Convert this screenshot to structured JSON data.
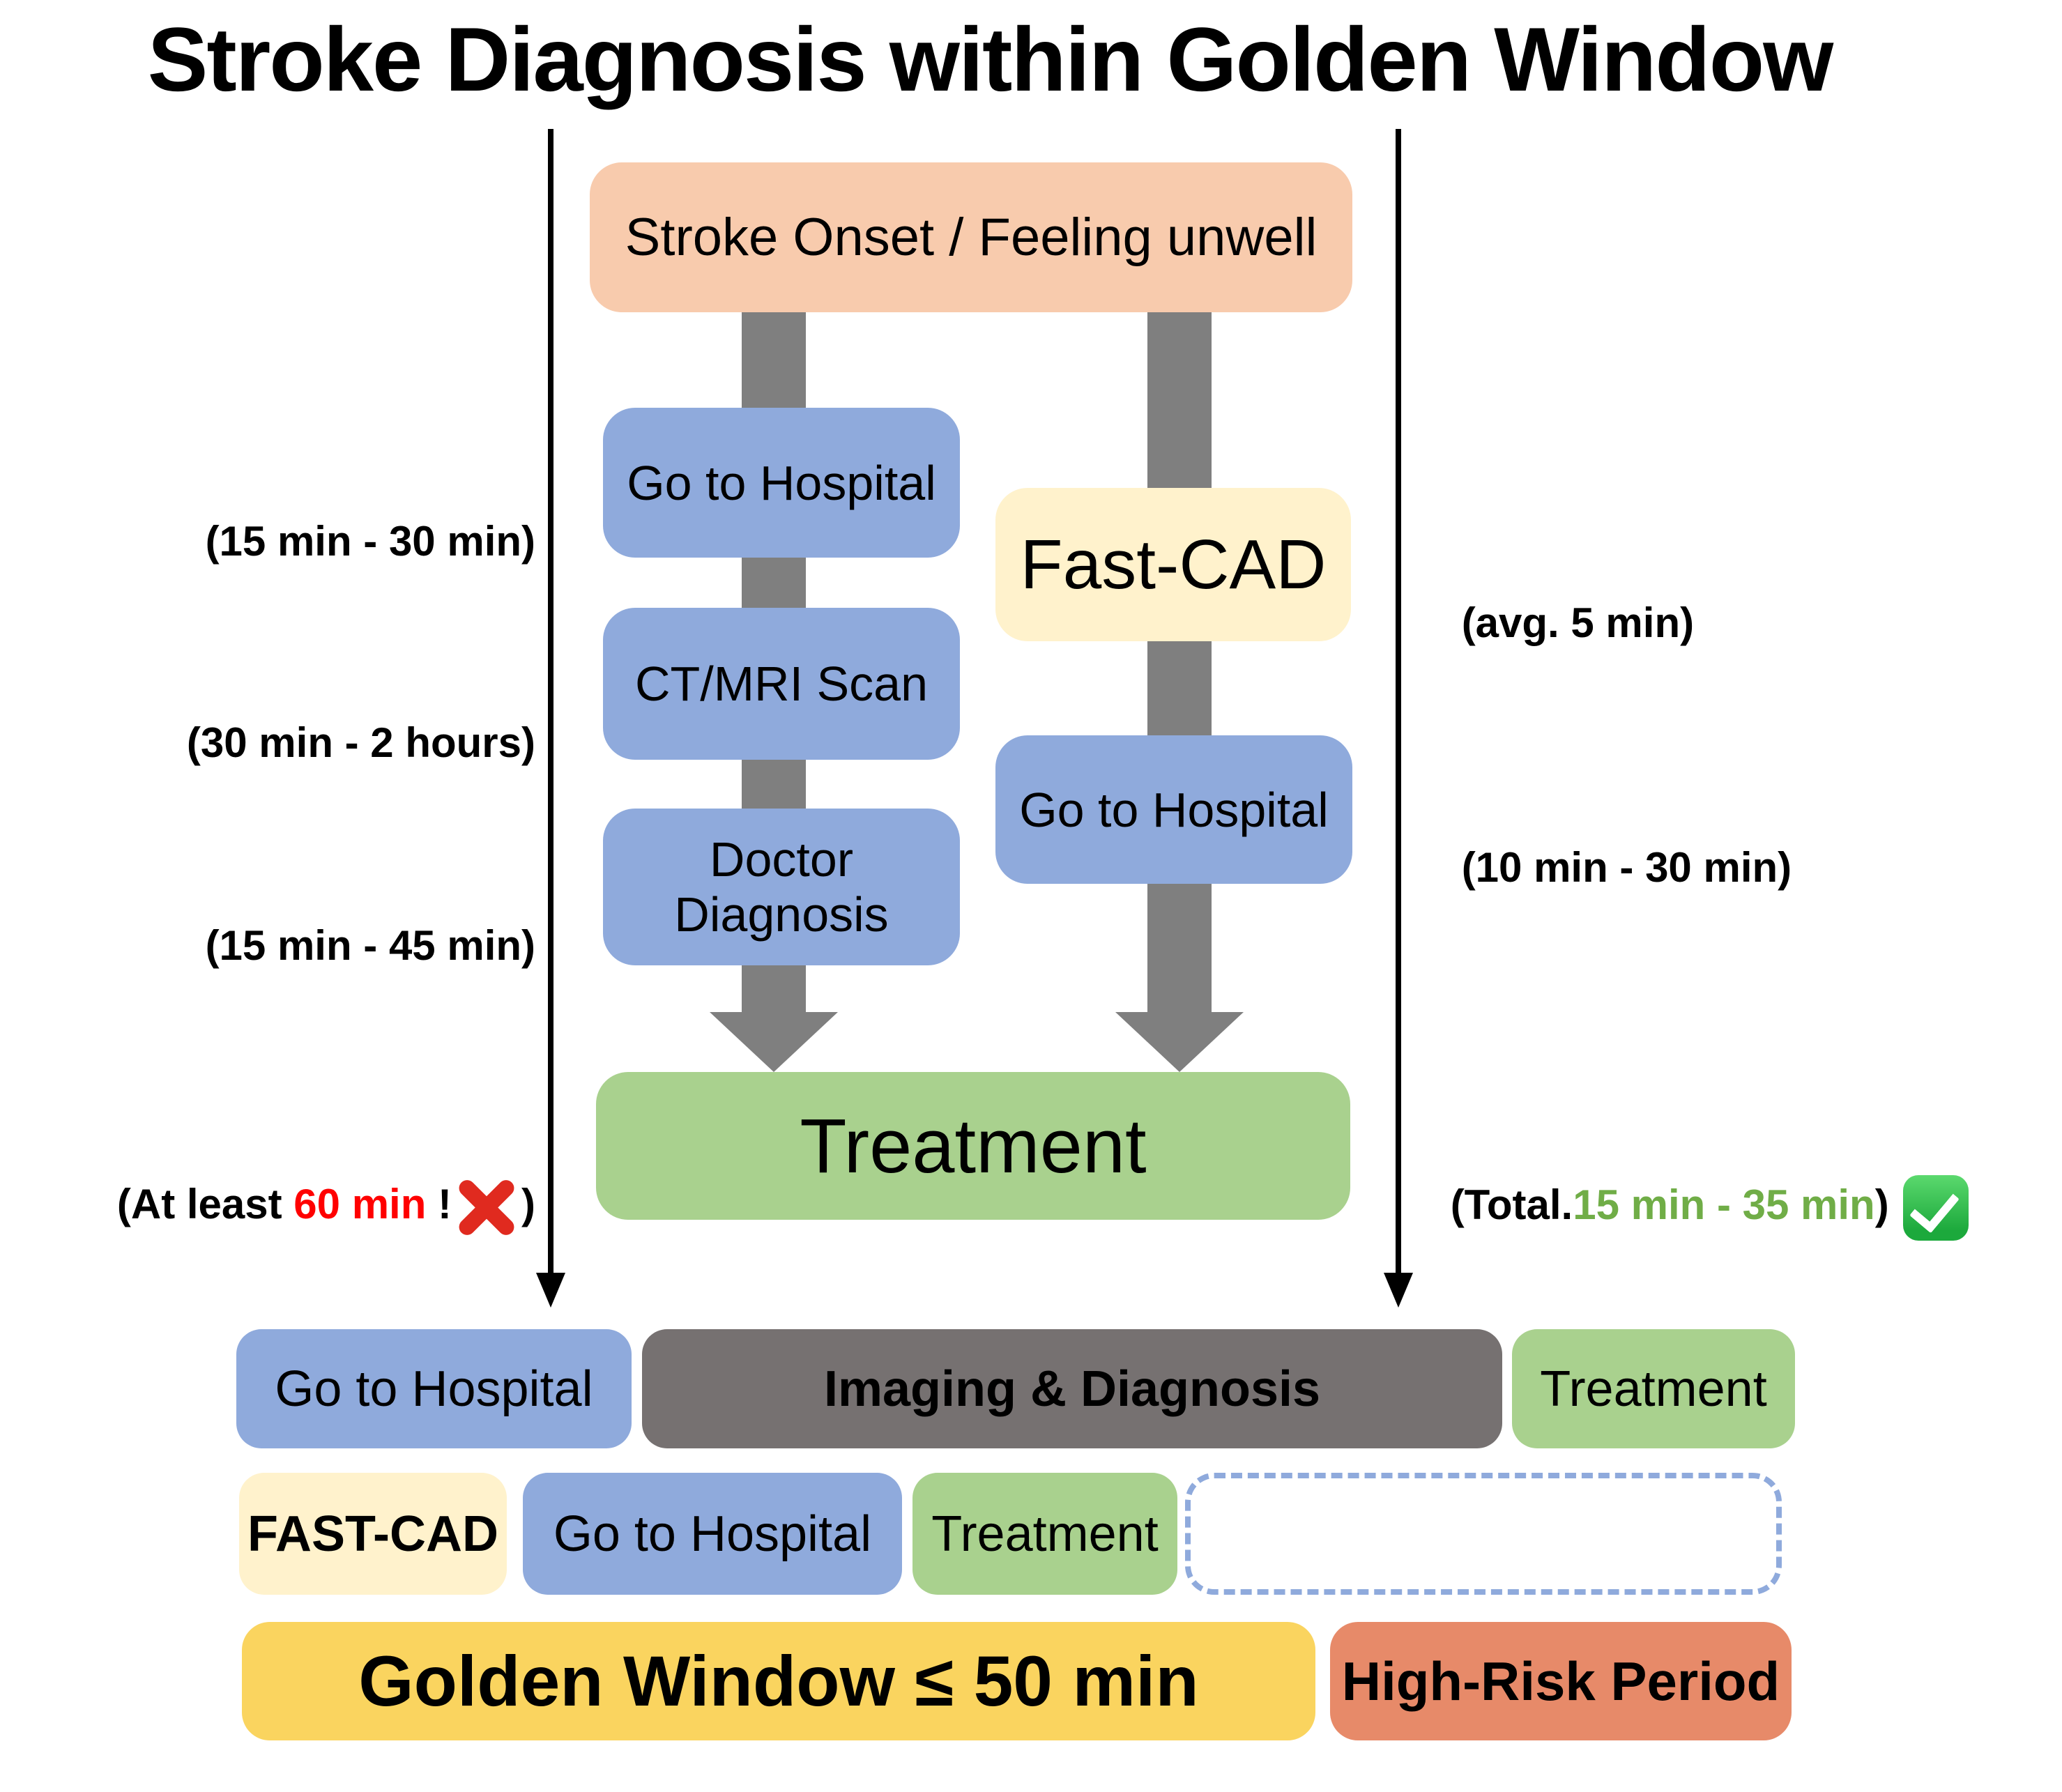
{
  "title": "Stroke Diagnosis within Golden Window",
  "flowchart": {
    "onset_label": "Stroke Onset / Feeling unwell",
    "hospital_path": {
      "go_to_hospital": "Go to Hospital",
      "go_to_hospital_time": "(15 min - 30 min)",
      "ct_mri_scan": "CT/MRI Scan",
      "ct_mri_scan_time": "(30 min - 2 hours)",
      "doctor_diagnosis": "Doctor Diagnosis",
      "doctor_diagnosis_time": "(15 min - 45 min)",
      "total_prefix": "(At least ",
      "total_value": "60 min",
      "total_suffix": " !",
      "total_close": ")",
      "verdict_icon": "cross-mark-icon"
    },
    "fastcad_path": {
      "fast_cad": "Fast-CAD",
      "fast_cad_time": "(avg. 5 min)",
      "go_to_hospital": "Go to Hospital",
      "go_to_hospital_time": "(10 min - 30 min)",
      "total_prefix": "(Total.",
      "total_value": "15 min - 35 min",
      "total_close": ")",
      "verdict_icon": "check-mark-icon"
    },
    "treatment_label": "Treatment"
  },
  "timeline": {
    "standard_row": [
      {
        "label": "Go to Hospital",
        "color": "#8FAADC"
      },
      {
        "label": "Imaging & Diagnosis",
        "color": "#767171"
      },
      {
        "label": "Treatment",
        "color": "#A9D18E"
      }
    ],
    "fastcad_row": [
      {
        "label": "FAST-CAD",
        "color": "#FFF2CC"
      },
      {
        "label": "Go to Hospital",
        "color": "#8FAADC"
      },
      {
        "label": "Treatment",
        "color": "#A9D18E"
      },
      {
        "label": "",
        "color": "dashed-outline"
      }
    ],
    "period_row": [
      {
        "label": "Golden Window ≤ 50 min",
        "color": "#FAD45F"
      },
      {
        "label": "High-Risk Period",
        "color": "#E78A69"
      }
    ]
  },
  "colors": {
    "onset_box": "#F8CBAD",
    "hospital_box": "#8FAADC",
    "fastcad_box": "#FFF2CC",
    "treatment_box": "#A9D18E",
    "connector_gray": "#7F7F7F",
    "imaging_gray": "#767171",
    "golden_window": "#FAD45F",
    "high_risk": "#E78A69",
    "alert_red": "#FF0000",
    "success_green": "#70AD47"
  },
  "icons": {
    "fail": "cross-mark-icon",
    "pass": "check-mark-icon"
  }
}
